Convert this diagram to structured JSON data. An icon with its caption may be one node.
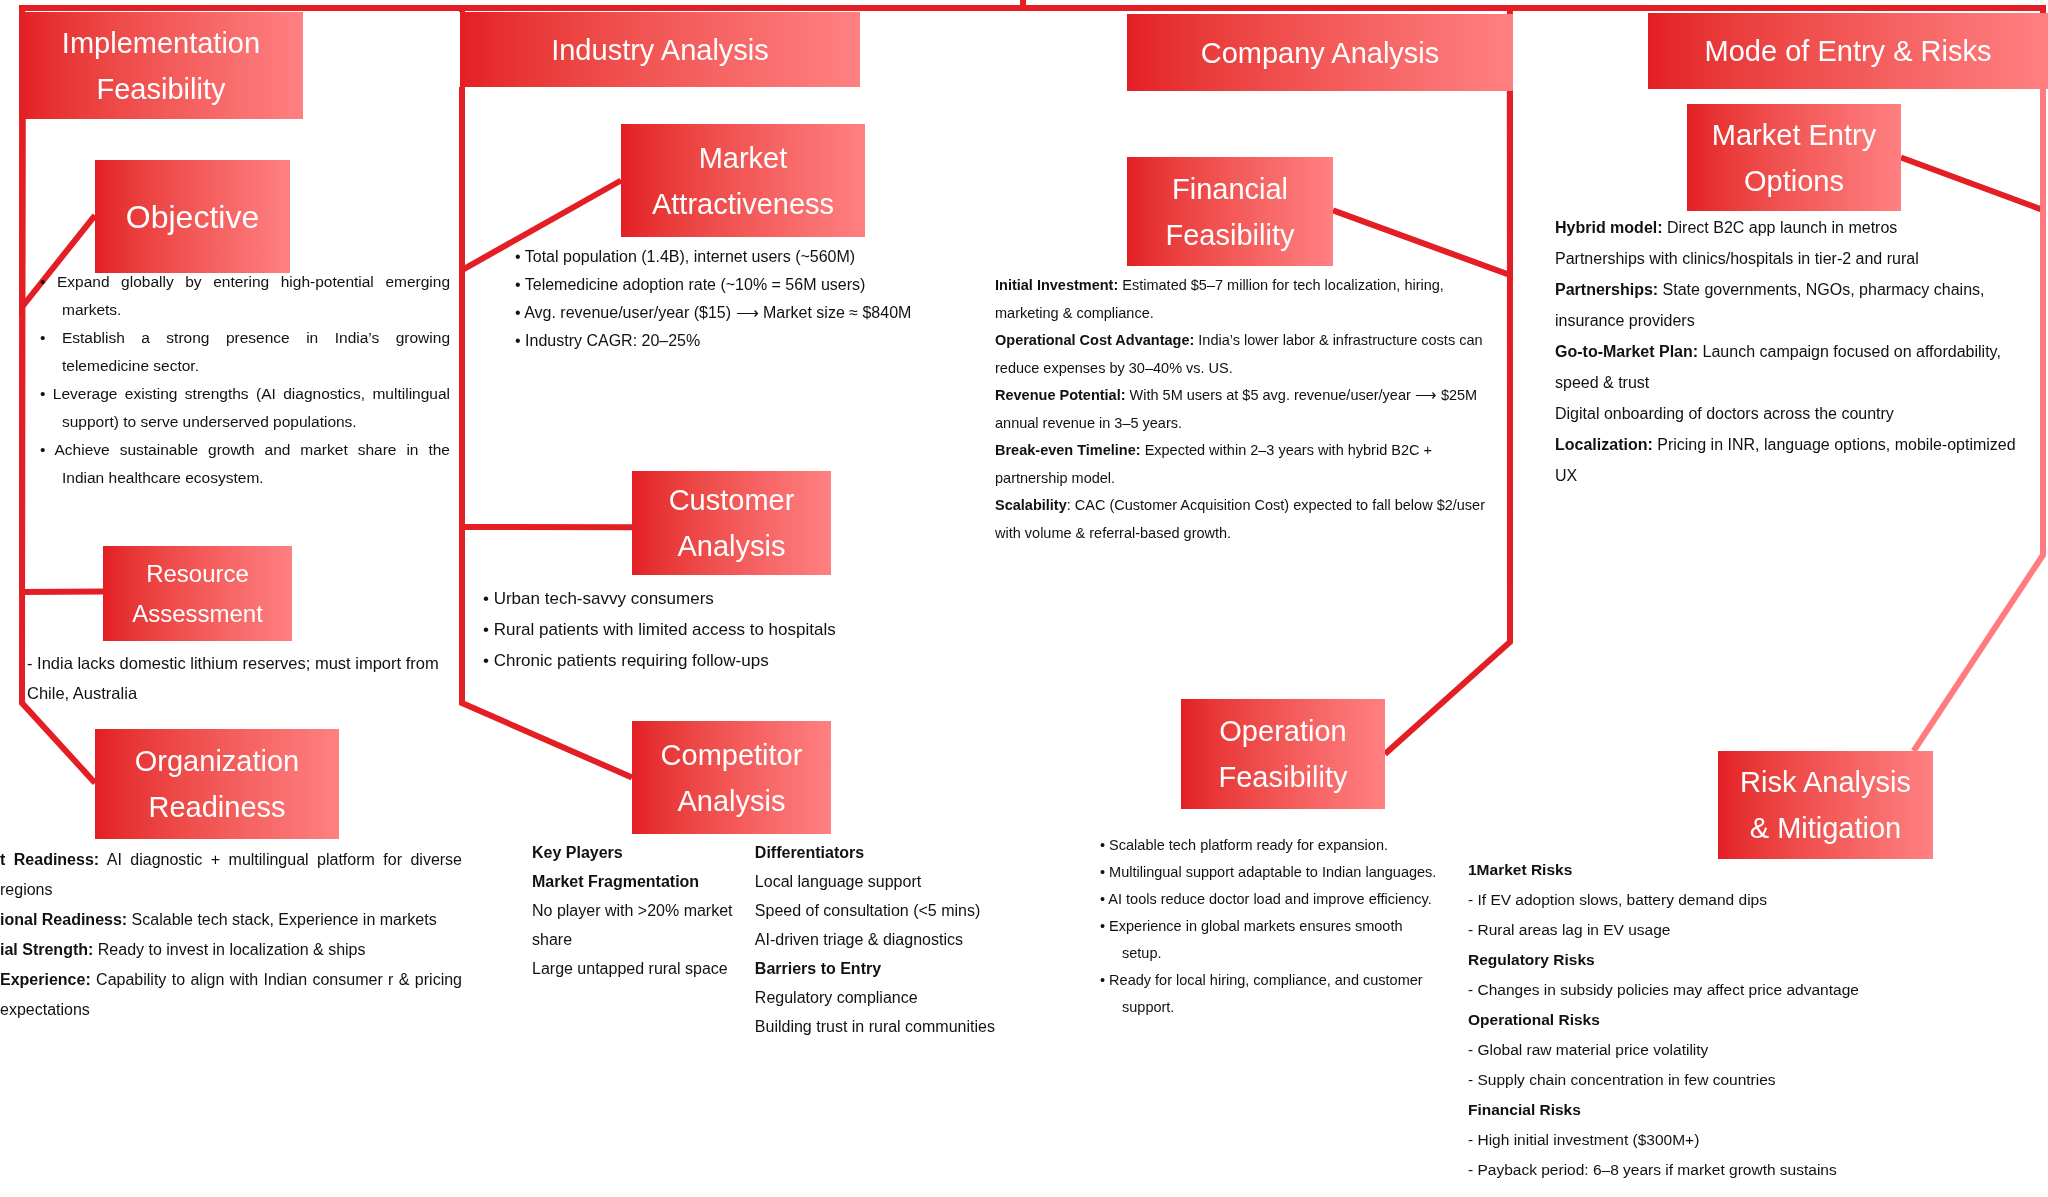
{
  "diagram": {
    "nodes": [
      {
        "text": [
          "Implementation Feasibility"
        ]
      },
      {
        "text": [
          "Objective"
        ],
        "beside": [
          "• Expand globally by entering high-potential emerging markets.",
          "• Establish a strong presence in India’s growing telemedicine sector.",
          "• Leverage existing strengths (AI diagnostics, multilingual support) to serve underserved populations.",
          "• Achieve sustainable growth and market share in the Indian healthcare ecosystem."
        ]
      },
      {
        "text": [
          "Resource Assessment"
        ],
        "beside": [
          "- India lacks domestic lithium reserves; must import from Chile, Australia"
        ]
      },
      {
        "text": [
          "Organization Readiness"
        ],
        "beside": [
          "**t Readiness:** AI diagnostic + multilingual platform for diverse regions",
          "**ional Readiness:** Scalable tech stack, Experience in markets",
          "**ial Strength:** Ready to invest in localization & ships",
          "**Experience:** Capability to align with Indian consumer r & pricing expectations"
        ]
      },
      {
        "text": [
          "Industry Analysis"
        ]
      },
      {
        "text": [
          "Market Attractiveness"
        ],
        "beside": [
          "• Total population (1.4B), internet users (~560M)",
          "• Telemedicine adoption rate (~10% = 56M users)",
          "• Avg. revenue/user/year ($15) ⟶ Market size ≈ $840M",
          "• Industry CAGR: 20–25%"
        ]
      },
      {
        "text": [
          "Customer Analysis"
        ],
        "beside": [
          "• Urban tech-savvy consumers",
          "• Rural patients with limited access to hospitals",
          "• Chronic patients requiring follow-ups"
        ]
      },
      {
        "text": [
          "Competitor Analysis"
        ],
        "beside": [
          "Key Players",
          "Market Fragmentation",
          "No player with >20% market share",
          "Large untapped rural space",
          "Differentiators",
          "Local language support",
          "Speed of consultation (<5 mins)",
          "AI-driven triage & diagnostics",
          "Barriers to Entry",
          "Regulatory compliance",
          "Building trust in rural communities"
        ]
      },
      {
        "text": [
          "Company Analysis"
        ]
      },
      {
        "text": [
          "Financial Feasibility"
        ],
        "beside": [
          "**Initial Investment:** Estimated $5–7 million for tech localization, hiring, marketing & compliance.",
          "**Operational Cost Advantage:** India’s lower labor & infrastructure costs can reduce expenses by 30–40% vs. US.",
          "**Revenue Potential:** With 5M users at $5 avg. revenue/user/year ⟶ $25M annual revenue in 3–5 years.",
          "**Break-even Timeline:** Expected within 2–3 years with hybrid B2C + partnership model.",
          "**Scalability**: CAC (Customer Acquisition Cost) expected to fall below $2/user with volume & referral-based growth."
        ]
      },
      {
        "text": [
          "Operation Feasibility"
        ],
        "beside": [
          "• Scalable tech platform ready for expansion.",
          "• Multilingual support adaptable to Indian languages.",
          "• AI tools reduce doctor load and improve efficiency.",
          "• Experience in global markets ensures smooth setup.",
          "• Ready for local hiring, compliance, and customer support."
        ]
      },
      {
        "text": [
          "Mode of Entry & Risks"
        ]
      },
      {
        "text": [
          "Market Entry Options"
        ],
        "beside": [
          "**Hybrid model:** Direct B2C app launch in metros",
          "Partnerships with clinics/hospitals in tier-2 and rural",
          "**Partnerships:** State governments, NGOs, pharmacy chains, insurance providers",
          "**Go-to-Market Plan:** Launch campaign focused on affordability, speed & trust",
          "Digital onboarding of doctors across the country",
          "**Localization:** Pricing in INR, language options, mobile-optimized UX"
        ]
      },
      {
        "text": [
          "Risk Analysis & Mitigation"
        ],
        "beside": [
          "1Market Risks",
          "- If EV adoption slows, battery demand dips",
          "- Rural areas lag in EV usage",
          "Regulatory Risks",
          "- Changes in subsidy policies may affect price advantage",
          "Operational Risks",
          "- Global raw material price volatility",
          "- Supply chain concentration in few countries",
          "Financial Risks",
          "- High initial investment ($300M+)",
          "- Payback period: 6–8 years if market growth sustains"
        ]
      }
    ],
    "edges": [
      {
        "from": null,
        "to": 0,
        "arrow": "none"
      },
      {
        "from": null,
        "to": 4,
        "arrow": "none"
      },
      {
        "from": null,
        "to": 8,
        "arrow": "none"
      },
      {
        "from": null,
        "to": 11,
        "arrow": "none"
      },
      {
        "from": 0,
        "to": 1,
        "arrow": "none"
      },
      {
        "from": 0,
        "to": 2,
        "arrow": "none"
      },
      {
        "from": 0,
        "to": 3,
        "arrow": "none"
      },
      {
        "from": 4,
        "to": 5,
        "arrow": "none"
      },
      {
        "from": 4,
        "to": 6,
        "arrow": "none"
      },
      {
        "from": 4,
        "to": 7,
        "arrow": "none"
      },
      {
        "from": 8,
        "to": 9,
        "arrow": "none"
      },
      {
        "from": 8,
        "to": 10,
        "arrow": "none"
      },
      {
        "from": 11,
        "to": 12,
        "arrow": "none"
      },
      {
        "from": 11,
        "to": 13,
        "arrow": "none",
        "color": "#ff7b7f"
      }
    ]
  }
}
